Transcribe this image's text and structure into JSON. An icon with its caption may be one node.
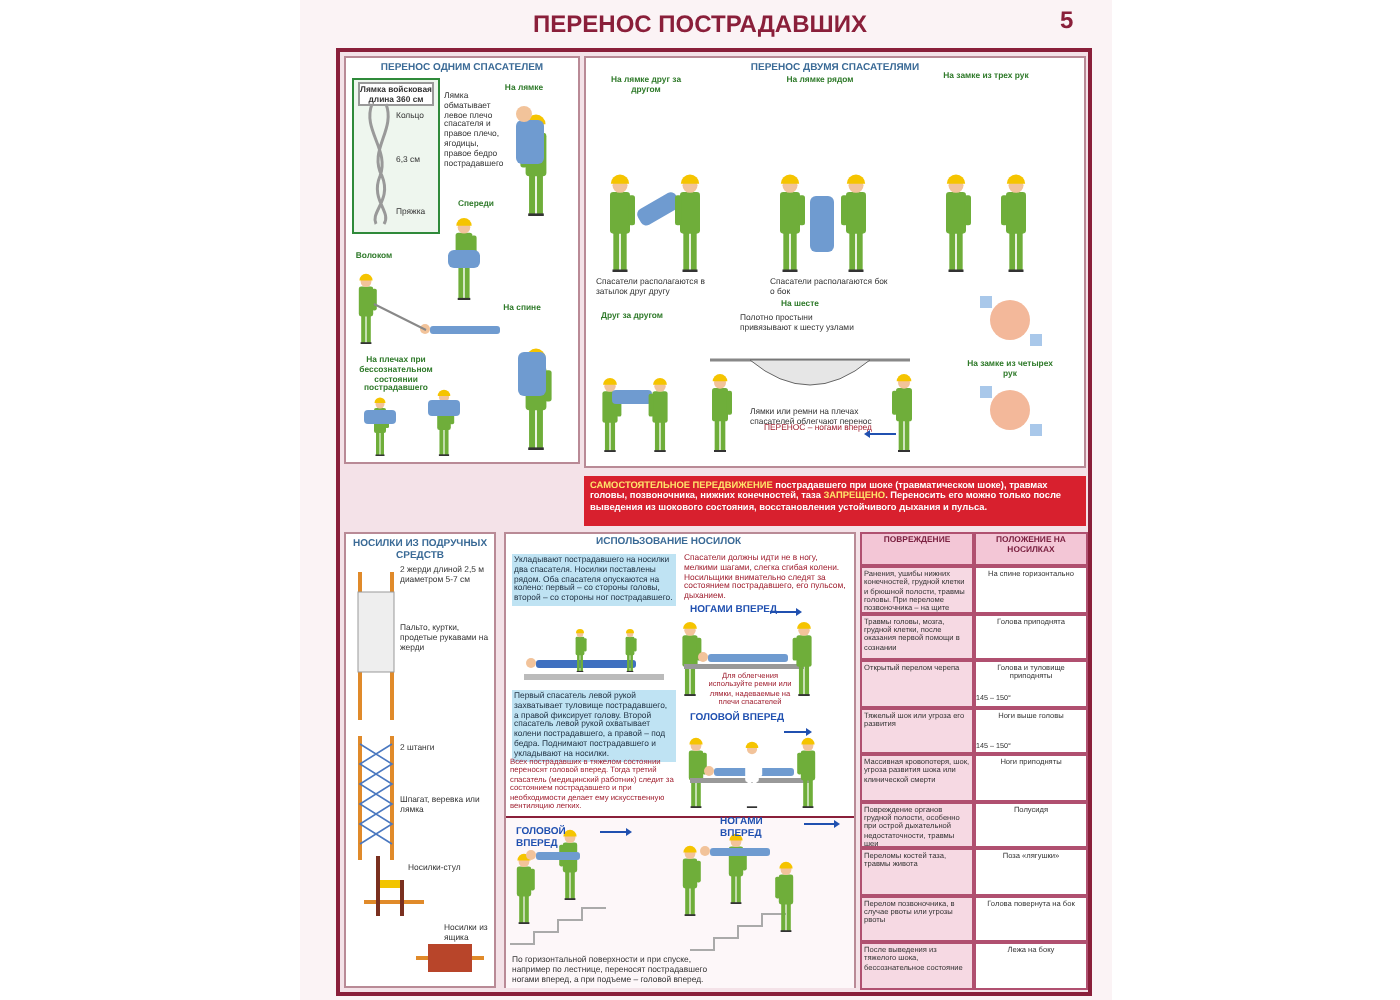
{
  "diagram": {
    "title": "ПЕРЕНОС ПОСТРАДАВШИХ",
    "nodes": [
      {
        "text": [
          "ПЕРЕНОС ОДНИМ СПАСАТЕЛЕМ"
        ]
      },
      {
        "text": [
          "ПЕРЕНОС ДВУМЯ СПАСАТЕЛЯМИ"
        ]
      },
      {
        "text": [
          "**САМОСТОЯТЕЛЬНОЕ ПЕРЕДВИЖЕНИЕ** пострадавшего при шоке (травматическом шоке), травмах головы, позвоночника, нижних конечностей, таза **ЗАПРЕЩЕНО**. Переносить его можно только после выведения из шокового состояния, восстановления устойчивого дыхания и пульса."
        ]
      },
      {
        "text": [
          "НОСИЛКИ ИЗ ПОДРУЧНЫХ СРЕДСТВ"
        ]
      },
      {
        "text": [
          "ИСПОЛЬЗОВАНИЕ НОСИЛОК"
        ]
      },
      {
        "text": [
          "Лямка войсковая длина 360 см"
        ],
        "in": 0
      },
      {
        "text": [
          "Укладывают пострадавшего на носилки два спасателя. Носилки поставлены рядом. Оба спасателя опускаются на колено: первый – со стороны головы, второй – со стороны ног пострадавшего."
        ],
        "in": 4
      },
      {
        "text": [
          "Первый спасатель левой рукой захватывает туловище пострадавшего, а правой фиксирует голову. Второй спасатель левой рукой охватывает колени пострадавшего, а правой – под бедра. Поднимают пострадавшего и укладывают на носилки."
        ],
        "in": 4
      }
    ],
    "labels": [
      "5",
      "Лямка обматывает левое плечо спасателя и правое плечо, ягодицы, правое бедро пострадавшего",
      "Кольцо",
      "6,3 см",
      "Пряжка",
      "На лямке",
      "Спереди",
      "Волоком",
      "На спине",
      "На плечах при бессознательном состоянии пострадавшего",
      "На лямке друг за другом",
      "На лямке рядом",
      "На замке из трех рук",
      "Спасатели располагаются в затылок друг другу",
      "Спасатели располагаются бок о бок",
      "Друг за другом",
      "На шесте",
      "Полотно простыни привязывают к шесту узлами",
      "Лямки или ремни на плечах спасателей облегчают перенос",
      "ПЕРЕНОС – ногами вперед",
      "На замке из четырех рук",
      "2 жерди длиной 2,5 м диаметром 5-7 см",
      "Пальто, куртки, продетые рукавами на жерди",
      "2 штанги",
      "Шпагат, веревка или лямка",
      "Носилки-стул",
      "Носилки из ящика",
      "Спасатели должны идти не в ногу, мелкими шагами, слегка сгибая колени. Носильщики внимательно следят за состоянием пострадавшего, его пульсом, дыханием.",
      "НОГАМИ ВПЕРЕД",
      "Для облегчения используйте ремни или лямки, надеваемые на плечи спасателей",
      "ГОЛОВОЙ ВПЕРЕД",
      "Всех пострадавших в тяжелом состоянии переносят головой вперед. Тогда третий спасатель (медицинский работник) следит за состоянием пострадавшего и при необходимости делает ему искусственную вентиляцию легких.",
      "ГОЛОВОЙ ВПЕРЕД",
      "НОГАМИ ВПЕРЕД",
      "По горизонтальной поверхности и при спуске, например по лестнице, переносят пострадавшего ногами вперед, а при подъеме – головой вперед.",
      "ПОВРЕЖДЕНИЕ",
      "ПОЛОЖЕНИЕ НА НОСИЛКАХ",
      "Ранения, ушибы нижних конечностей, грудной клетки и брюшной полости, травмы головы. При переломе позвоночника – на щите",
      "На спине горизонтально",
      "Травмы головы, мозга, грудной клетки, после оказания первой помощи в сознании",
      "Голова приподнята",
      "Открытый перелом черепа",
      "Голова и туловище приподняты",
      "Тяжелый шок или угроза его развития",
      "Ноги выше головы",
      "Массивная кровопотеря, шок, угроза развития шока или клинической смерти",
      "Ноги приподняты",
      "Повреждение органов грудной полости, особенно при острой дыхательной недостаточности, травмы шеи",
      "Полусидя",
      "Переломы костей таза, травмы живота",
      "Поза «лягушки»",
      "Перелом позвоночника, в случае рвоты или угрозы рвоты",
      "Голова повернута на бок",
      "После выведения из тяжелого шока, бессознательное состояние",
      "Лежа на боку",
      "145 – 150°",
      "145 – 150°"
    ]
  }
}
